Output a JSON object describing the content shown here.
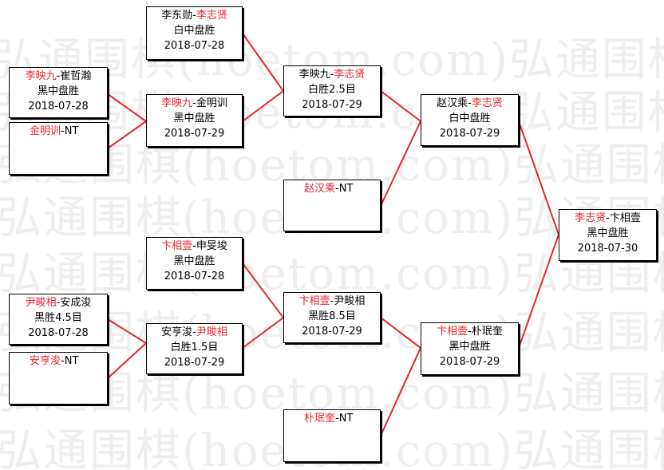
{
  "watermark": {
    "line1": "弘通围棋(hoetom.com)弘通围棋",
    "line2": "弘通围棋(hoetom.com)弘通围棋",
    "line3": "弘通围棋(hoetom.com)弘通围棋",
    "line4": "弘通围棋(hoetom.com)弘通围棋",
    "line5": "弘通围棋(hoetom.com)弘通围棋",
    "line6": "弘通围棋(hoetom.com)弘通围棋",
    "line7": "弘通围棋(hoetom.com)弘通围棋",
    "line8": "弘通围棋(hoetom.com)弘通围棋"
  },
  "colors": {
    "winner": "#e8262c",
    "line": "#e8262c",
    "text": "#000000"
  },
  "games": {
    "r1a": {
      "p1": "李映九",
      "sep": "-",
      "p2": "崔哲瀚",
      "result": "黑中盘胜",
      "date": "2018-07-28",
      "winner": "p1"
    },
    "r1b": {
      "p1": "金明训",
      "sep": "-",
      "p2": "NT",
      "winner": "p1"
    },
    "r1c": {
      "p1": "尹畯相",
      "sep": "-",
      "p2": "安成浚",
      "result": "黑胜4.5目",
      "date": "2018-07-28",
      "winner": "p1"
    },
    "r1d": {
      "p1": "安亨浚",
      "sep": "-",
      "p2": "NT",
      "winner": "p1"
    },
    "r2a": {
      "p1": "李东勋",
      "sep": "-",
      "p2": "李志贤",
      "result": "白中盘胜",
      "date": "2018-07-28",
      "winner": "p2"
    },
    "r2b": {
      "p1": "李映九",
      "sep": "-",
      "p2": "金明训",
      "result": "黑中盘胜",
      "date": "2018-07-29",
      "winner": "p1"
    },
    "r2c": {
      "p1": "卞相壹",
      "sep": "-",
      "p2": "申旻埈",
      "result": "黑中盘胜",
      "date": "2018-07-28",
      "winner": "p1"
    },
    "r2d": {
      "p1": "安亨浚",
      "sep": "-",
      "p2": "尹畯相",
      "result": "白胜1.5目",
      "date": "2018-07-29",
      "winner": "p2"
    },
    "r3a": {
      "p1": "李映九",
      "sep": "-",
      "p2": "李志贤",
      "result": "白胜2.5目",
      "date": "2018-07-29",
      "winner": "p2"
    },
    "r3b": {
      "p1": "赵汉乘",
      "sep": "-",
      "p2": "NT",
      "winner": "p1"
    },
    "r3c": {
      "p1": "卞相壹",
      "sep": "-",
      "p2": "尹畯相",
      "result": "黑胜8.5目",
      "date": "2018-07-29",
      "winner": "p1"
    },
    "r3d": {
      "p1": "朴珉奎",
      "sep": "-",
      "p2": "NT",
      "winner": "p1"
    },
    "r4a": {
      "p1": "赵汉乘",
      "sep": "-",
      "p2": "李志贤",
      "result": "白中盘胜",
      "date": "2018-07-29",
      "winner": "p2"
    },
    "r4b": {
      "p1": "卞相壹",
      "sep": "-",
      "p2": "朴珉奎",
      "result": "黑中盘胜",
      "date": "2018-07-29",
      "winner": "p1"
    },
    "final": {
      "p1": "李志贤",
      "sep": "-",
      "p2": "卞相壹",
      "result": "黑中盘胜",
      "date": "2018-07-30",
      "winner": "p1"
    }
  }
}
